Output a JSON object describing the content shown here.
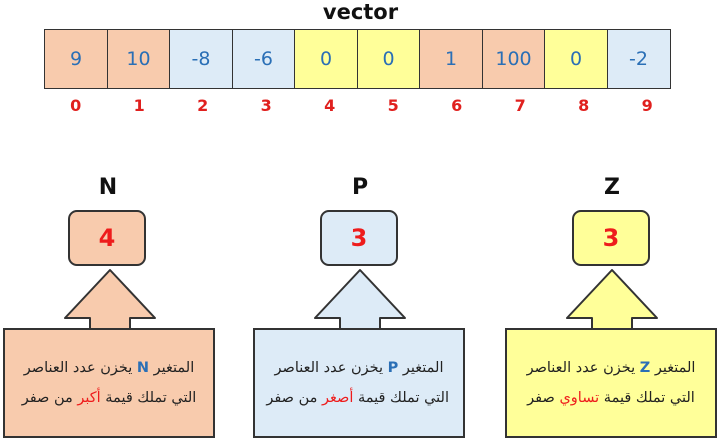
{
  "title": "vector",
  "array": {
    "cells": [
      {
        "value": "9",
        "color": "#f8cbad"
      },
      {
        "value": "10",
        "color": "#f8cbad"
      },
      {
        "value": "-8",
        "color": "#ddebf7"
      },
      {
        "value": "-6",
        "color": "#ddebf7"
      },
      {
        "value": "0",
        "color": "#ffff99"
      },
      {
        "value": "0",
        "color": "#ffff99"
      },
      {
        "value": "1",
        "color": "#f8cbad"
      },
      {
        "value": "100",
        "color": "#f8cbad"
      },
      {
        "value": "0",
        "color": "#ffff99"
      },
      {
        "value": "-2",
        "color": "#ddebf7"
      }
    ],
    "indices": [
      "0",
      "1",
      "2",
      "3",
      "4",
      "5",
      "6",
      "7",
      "8",
      "9"
    ]
  },
  "variables": [
    {
      "name": "N",
      "value": "4",
      "color": "#f8cbad",
      "note": {
        "line1_before": "المتغير",
        "var": "N",
        "line1_after": "يخزن عدد العناصر",
        "line2_before": "التي تملك قيمة",
        "keyword": "أكبر",
        "line2_after": "من صفر"
      }
    },
    {
      "name": "P",
      "value": "3",
      "color": "#ddebf7",
      "note": {
        "line1_before": "المتغير",
        "var": "P",
        "line1_after": "يخزن عدد العناصر",
        "line2_before": "التي تملك قيمة",
        "keyword": "أصغر",
        "line2_after": "من صفر"
      }
    },
    {
      "name": "Z",
      "value": "3",
      "color": "#ffff99",
      "note": {
        "line1_before": "المتغير",
        "var": "Z",
        "line1_after": "يخزن عدد العناصر",
        "line2_before": "التي تملك قيمة",
        "keyword": "تساوي",
        "line2_after": "صفر"
      }
    }
  ]
}
